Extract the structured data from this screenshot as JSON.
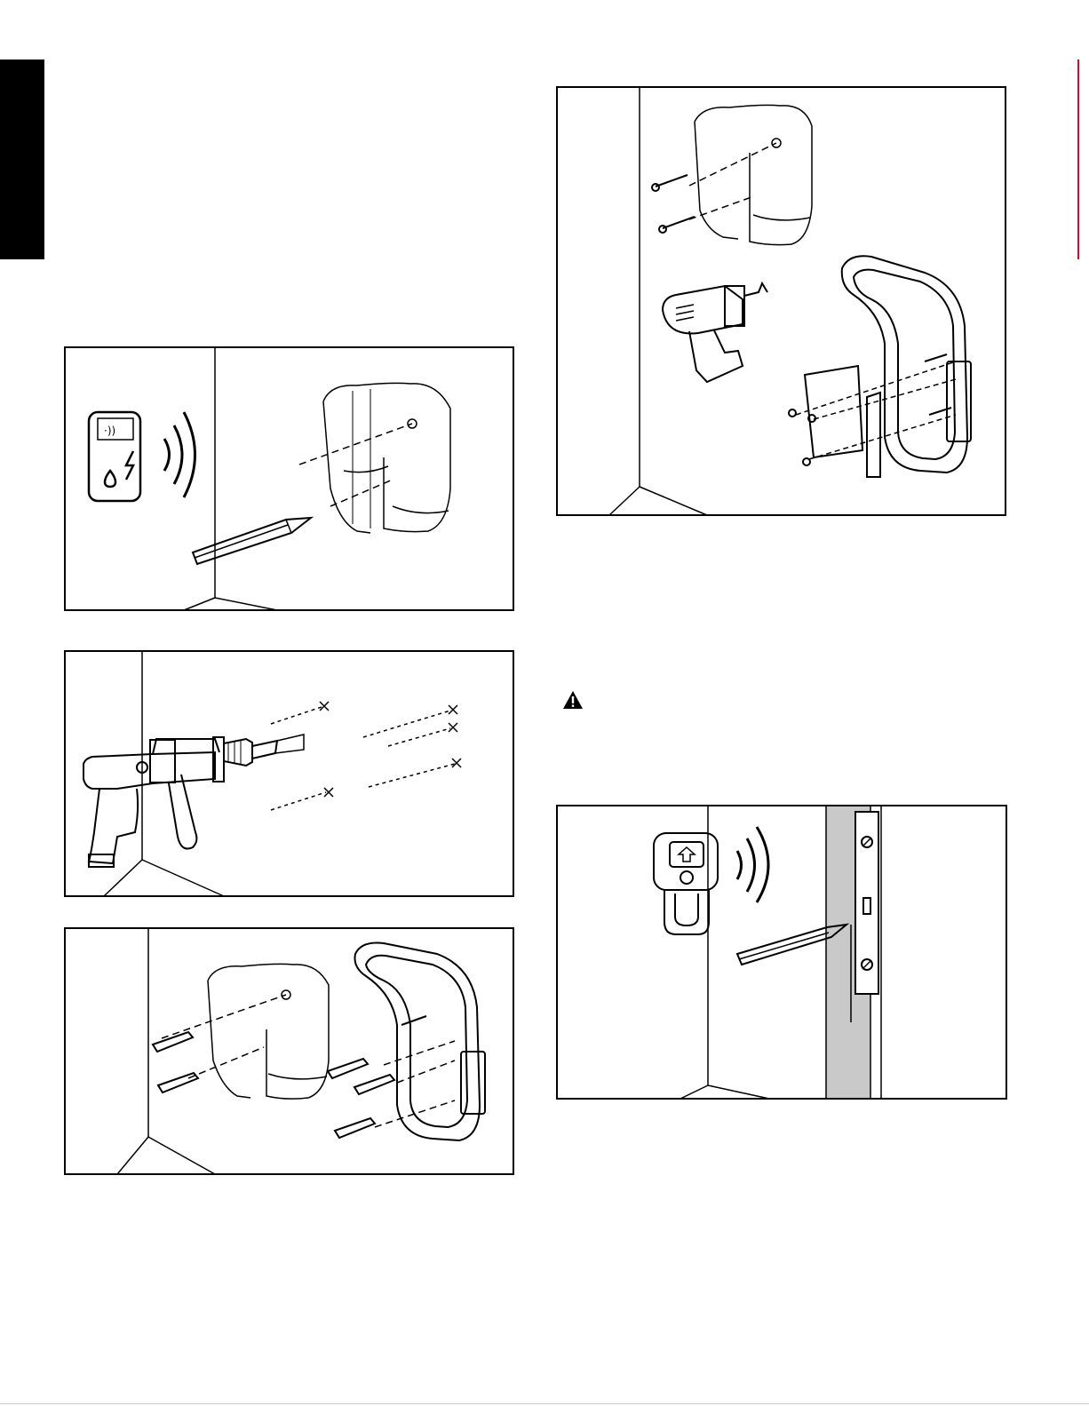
{
  "page": {
    "text_blocks": [],
    "colors": {
      "side_tab": "#000000",
      "edge_mark": "#c8102e",
      "shade": "#c9c9c9"
    }
  },
  "figures": [
    {
      "id": "fig-1",
      "icons": [
        "stud-detector-icon",
        "signal-waves-icon",
        "bracket-icon",
        "pencil-icon"
      ]
    },
    {
      "id": "fig-2",
      "icons": [
        "hammer-drill-icon",
        "drill-mark-icon"
      ]
    },
    {
      "id": "fig-3",
      "icons": [
        "wall-anchor-icon",
        "bracket-icon",
        "handle-icon"
      ]
    },
    {
      "id": "fig-4",
      "icons": [
        "screw-icon",
        "bracket-icon",
        "cordless-drill-icon",
        "handle-icon"
      ]
    },
    {
      "id": "fig-5",
      "icons": [
        "stud-finder-icon",
        "signal-waves-icon",
        "pencil-icon",
        "level-icon"
      ]
    }
  ],
  "warning": {
    "icon": "warning-triangle-icon"
  }
}
